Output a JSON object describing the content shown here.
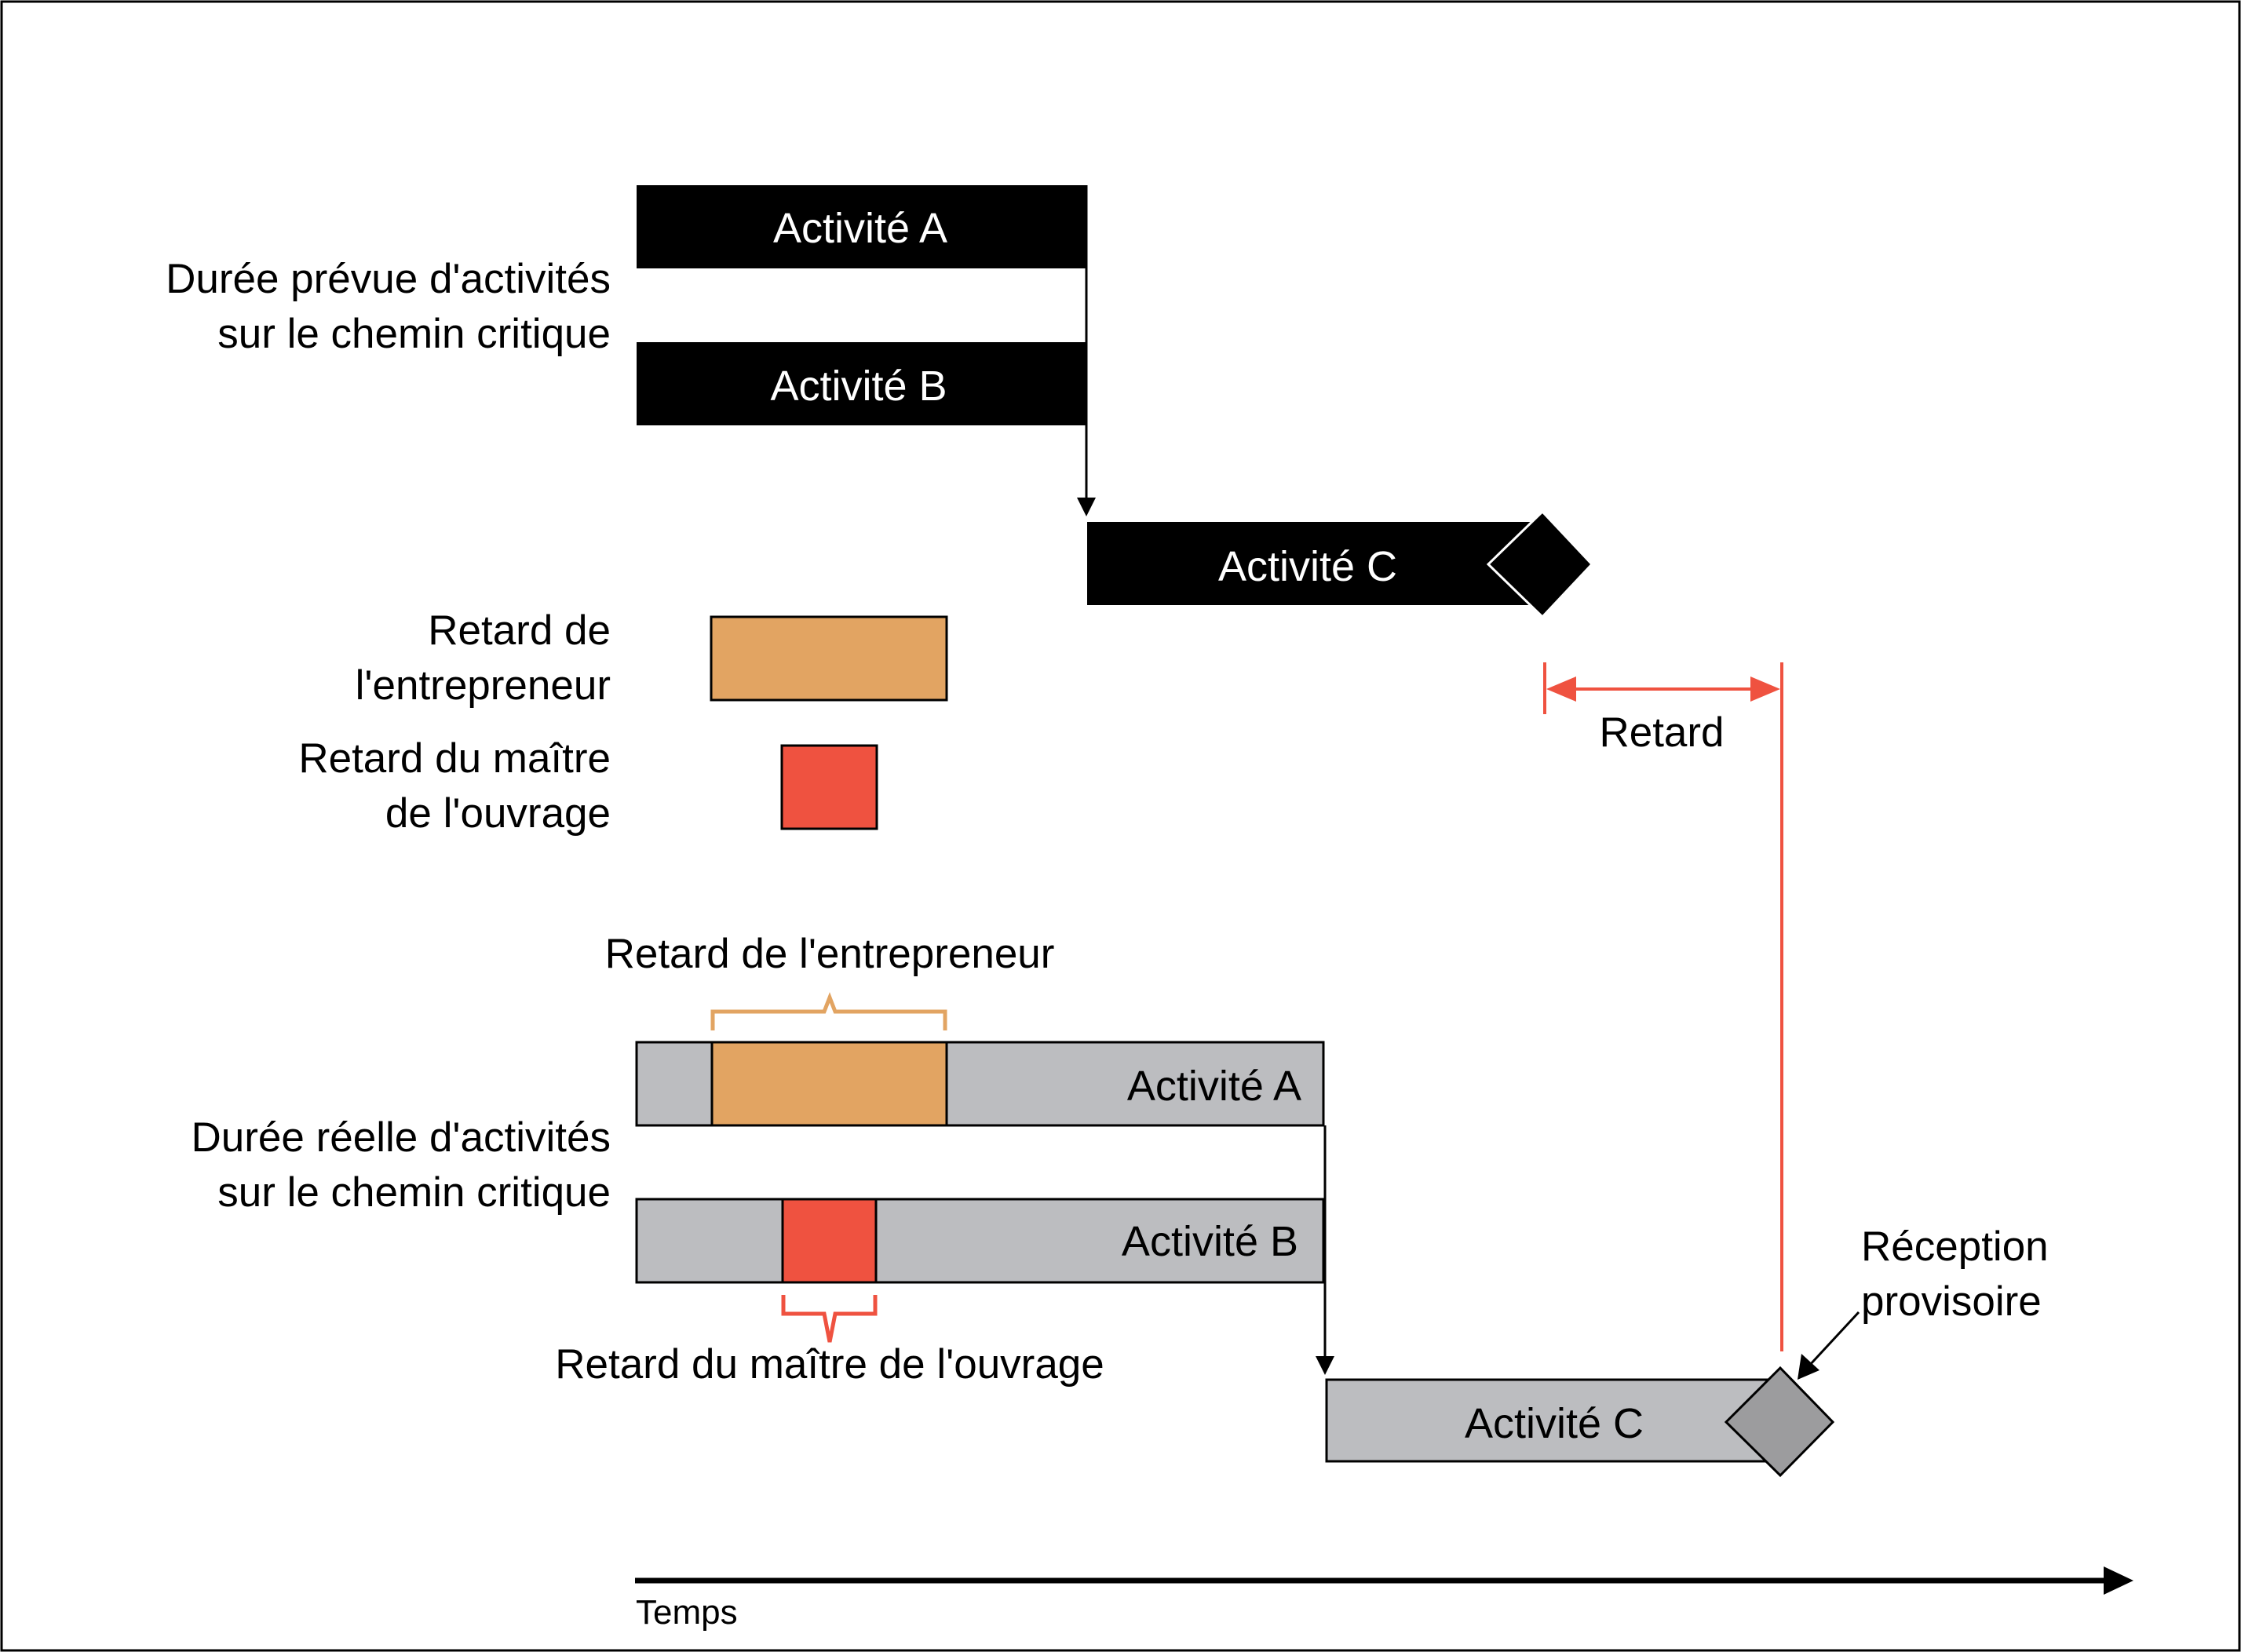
{
  "planned": {
    "label_line1": "Durée prévue d'activités",
    "label_line2": "sur le chemin critique",
    "activity_a": "Activité A",
    "activity_b": "Activité B",
    "activity_c": "Activité C"
  },
  "legend": {
    "contractor_line1": "Retard de",
    "contractor_line2": "l'entrepreneur",
    "owner_line1": "Retard du maître",
    "owner_line2": "de l'ouvrage"
  },
  "delay": {
    "label": "Retard"
  },
  "actual": {
    "label_line1": "Durée réelle d'activités",
    "label_line2": "sur le chemin critique",
    "activity_a": "Activité A",
    "activity_b": "Activité B",
    "activity_c": "Activité C",
    "contractor_delay_label": "Retard de l'entrepreneur",
    "owner_delay_label": "Retard du maître de l'ouvrage",
    "reception_line1": "Réception",
    "reception_line2": "provisoire"
  },
  "axis": {
    "label": "Temps"
  },
  "colors": {
    "planned_bar": "#000000",
    "actual_bar": "#bcbdc0",
    "contractor_delay": "#e2a462",
    "owner_delay": "#ef5240",
    "delay_marker": "#ef5240",
    "milestone_actual": "#9c9c9e"
  }
}
